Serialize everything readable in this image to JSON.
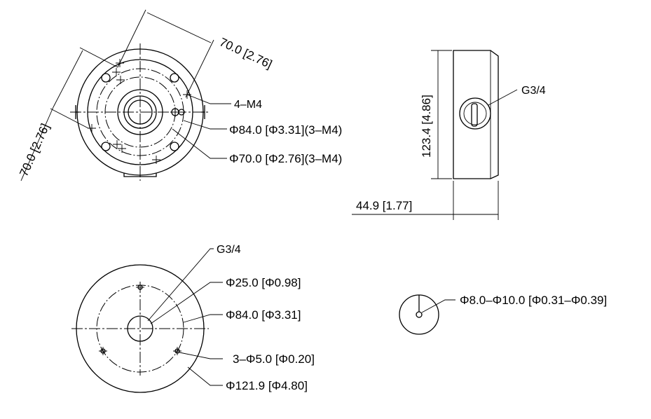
{
  "top_view": {
    "dim_horizontal": "70.0 [2.76]",
    "dim_vertical": "70.0 [2.76]",
    "label_holes": "4–M4",
    "label_phi84": "Φ84.0 [Φ3.31](3–M4)",
    "label_phi70": "Φ70.0 [Φ2.76](3–M4)"
  },
  "side_view": {
    "label_thread": "G3/4",
    "dim_height": "123.4 [4.86]",
    "dim_depth": "44.9 [1.77]"
  },
  "bottom_view": {
    "label_thread": "G3/4",
    "label_phi25": "Φ25.0 [Φ0.98]",
    "label_phi84": "Φ84.0 [Φ3.31]",
    "label_holes": "3–Φ5.0 [Φ0.20]",
    "label_phi121": "Φ121.9 [Φ4.80]"
  },
  "detail_view": {
    "label_cable": "Φ8.0–Φ10.0 [Φ0.31–Φ0.39]"
  }
}
